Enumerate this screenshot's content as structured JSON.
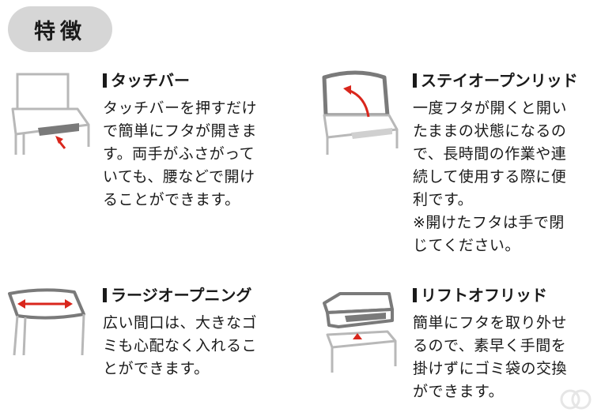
{
  "section_title": "特徴",
  "features": [
    {
      "id": "touch-bar",
      "heading": "タッチバー",
      "lines": [
        "タッチバーを押すだけ",
        "で簡単にフタが開きま",
        "す。両手がふさがって",
        "いても、腰などで開け",
        "ることができます。"
      ],
      "note_lines": []
    },
    {
      "id": "stay-open-lid",
      "heading": "ステイオープンリッド",
      "lines": [
        "一度フタが開くと開い",
        "たままの状態になるの",
        "で、長時間の作業や連",
        "続して使用する際に便",
        "利です。"
      ],
      "note_lines": [
        "※開けたフタは手で閉",
        "じてください。"
      ]
    },
    {
      "id": "large-opening",
      "heading": "ラージオープニング",
      "lines": [
        "広い間口は、大きなゴ",
        "ミも心配なく入れるこ",
        "とができます。"
      ],
      "note_lines": []
    },
    {
      "id": "lift-off-lid",
      "heading": "リフトオフリッド",
      "lines": [
        "簡単にフタを取り外せ",
        "るので、素早く手間を",
        "掛けずにゴミ袋の交換",
        "ができます。"
      ],
      "note_lines": []
    }
  ],
  "colors": {
    "accent_red": "#d9261c",
    "pill_gray": "#d6d6d6",
    "outline_gray": "#b8b8b8",
    "lid_dark": "#7a7a7a"
  }
}
